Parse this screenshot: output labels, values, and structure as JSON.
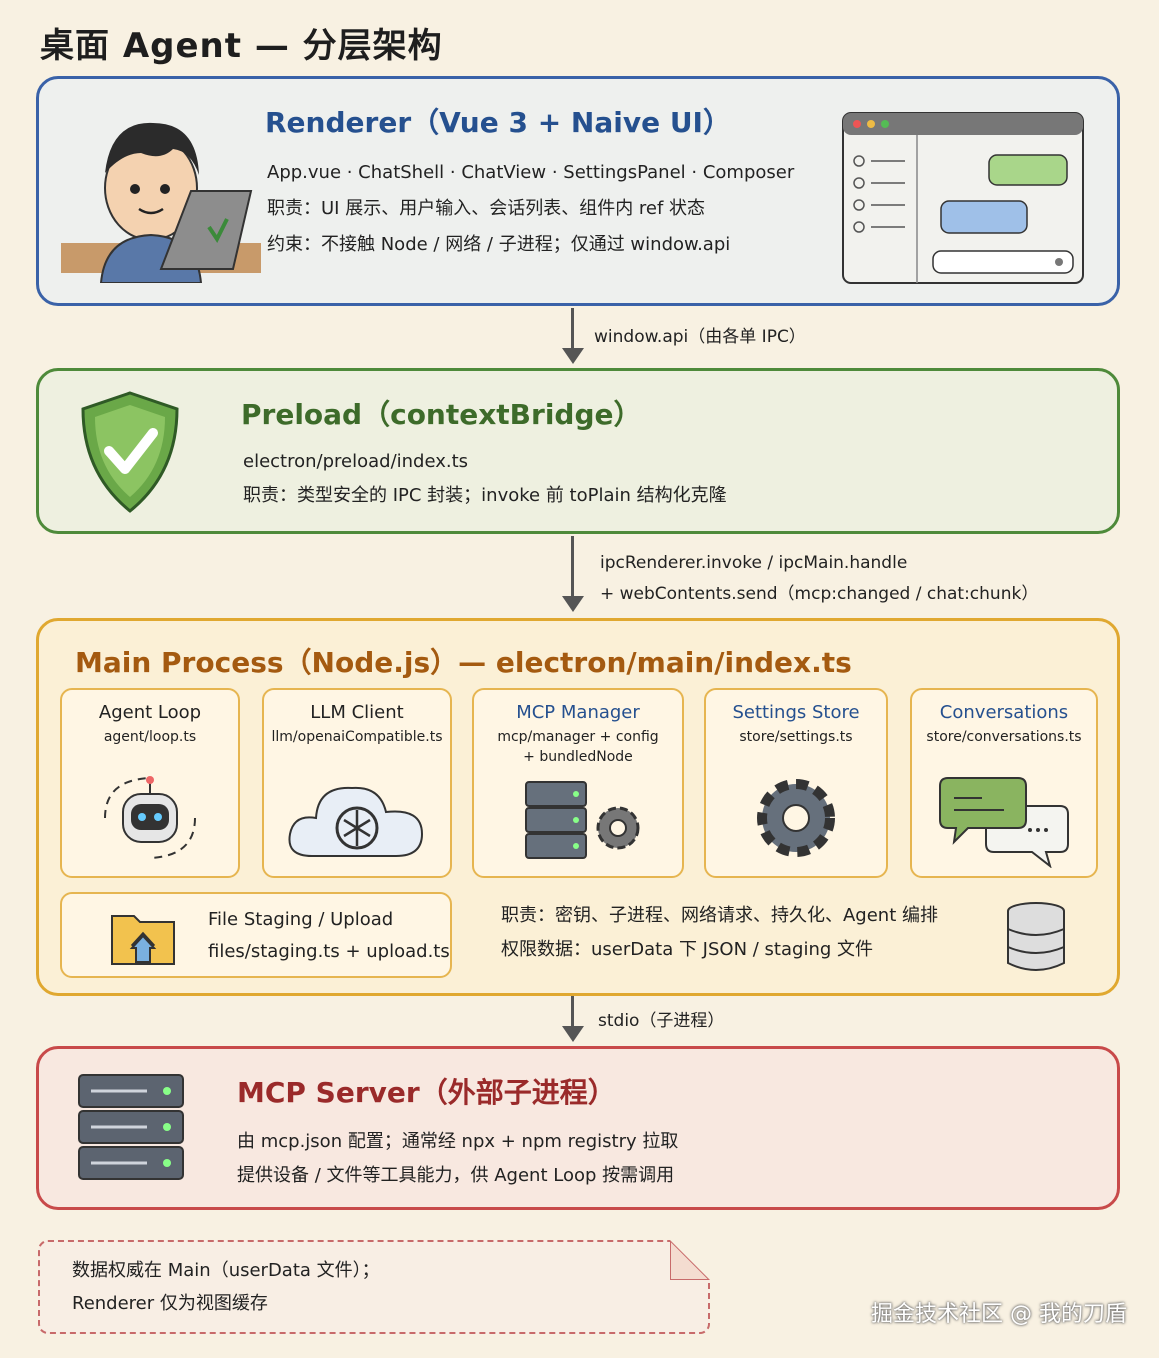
{
  "title": "桌面 Agent — 分层架构",
  "renderer": {
    "title": "Renderer（Vue 3 + Naive UI）",
    "lines": [
      "App.vue · ChatShell · ChatView · SettingsPanel · Composer",
      "职责：UI 展示、用户输入、会话列表、组件内 ref 状态",
      "约束：不接触 Node / 网络 / 子进程；仅通过 window.api"
    ],
    "color": "#3a62a8"
  },
  "arrow1": {
    "lines": [
      "window.api（由各单 IPC）"
    ]
  },
  "preload": {
    "title": "Preload（contextBridge）",
    "lines": [
      "electron/preload/index.ts",
      "职责：类型安全的 IPC 封装；invoke 前 toPlain 结构化克隆"
    ],
    "color": "#4e8a3a"
  },
  "arrow2": {
    "lines": [
      "ipcRenderer.invoke / ipcMain.handle",
      "+ webContents.send（mcp:changed / chat:chunk）"
    ]
  },
  "main": {
    "title": "Main Process（Node.js）— electron/main/index.ts",
    "color": "#b06018",
    "cards": [
      {
        "name": "Agent Loop",
        "file": "agent/loop.ts",
        "icon": "robot-icon"
      },
      {
        "name": "LLM Client",
        "file": "llm/openaiCompatible.ts",
        "icon": "cloud-openai-icon"
      },
      {
        "name": "MCP Manager",
        "file": "mcp/manager + config",
        "file2": "+ bundledNode",
        "icon": "server-gear-icon"
      },
      {
        "name": "Settings Store",
        "file": "store/settings.ts",
        "icon": "gear-icon"
      },
      {
        "name": "Conversations",
        "file": "store/conversations.ts",
        "icon": "chat-bubbles-icon"
      }
    ],
    "staging": {
      "name": "File Staging / Upload",
      "file": "files/staging.ts + upload.ts",
      "icon": "folder-upload-icon"
    },
    "lines": [
      "职责：密钥、子进程、网络请求、持久化、Agent 编排",
      "权限数据：userData 下 JSON / staging 文件"
    ]
  },
  "arrow3": {
    "lines": [
      "stdio（子进程）"
    ]
  },
  "mcp": {
    "title": "MCP Server（外部子进程）",
    "lines": [
      "由 mcp.json 配置；通常经 npx + npm registry 拉取",
      "提供设备 / 文件等工具能力，供 Agent Loop 按需调用"
    ],
    "color": "#a83030"
  },
  "note": {
    "lines": [
      "数据权威在 Main（userData 文件）；",
      "Renderer 仅为视图缓存"
    ]
  },
  "watermark": "掘金技术社区 @ 我的刀盾"
}
